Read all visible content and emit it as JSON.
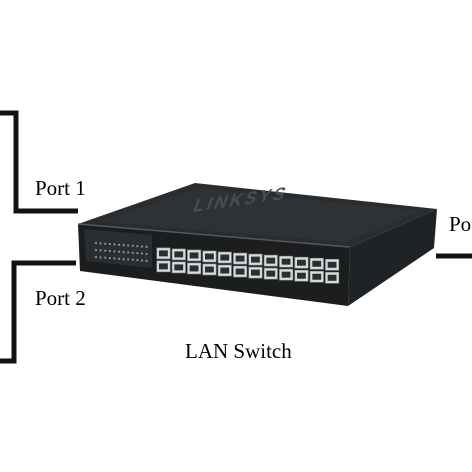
{
  "diagram": {
    "labels": {
      "port1": "Port 1",
      "port2": "Port 2",
      "switch": "LAN Switch",
      "port_right": "Po"
    },
    "switch_device": {
      "brand_logo_text": "LINKSYS",
      "port_count": 24
    },
    "colors": {
      "wire": "#111111",
      "chassis_top": "#26292c",
      "chassis_front": "#1c1e20",
      "port_face": "#d8dcdc"
    }
  }
}
